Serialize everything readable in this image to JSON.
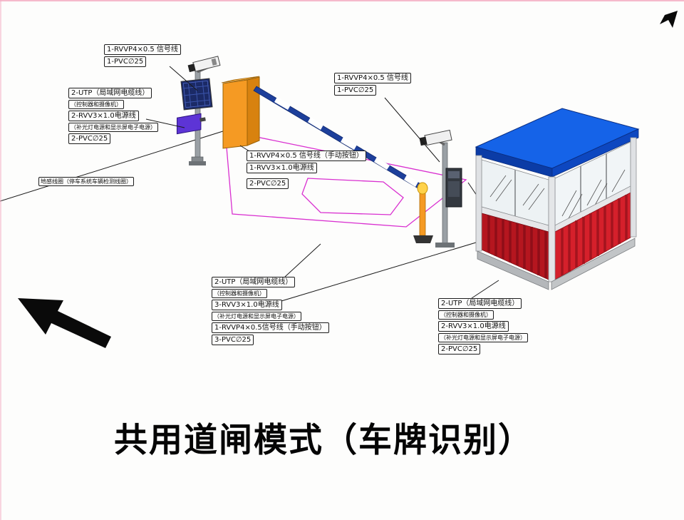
{
  "title": "共用道闸模式（车牌识别）",
  "colors": {
    "barrier_cabinet": "#f59a23",
    "barrier_arm": "#1d3f9b",
    "booth_roof": "#1563e8",
    "booth_panel": "#d5202b",
    "detection_zone": "#d92fd0",
    "arrow": "#0a0a0a"
  },
  "labels": {
    "entry_camera_cables": {
      "lines": [
        "1-RVVP4×0.5 信号线",
        "1-PVC∅25"
      ]
    },
    "entry_pole_cables": {
      "lines": [
        "2-UTP（局域网电缆线）",
        "（控制器和摄像机）",
        "2-RVV3×1.0电源线",
        "（补光灯电源和显示屏电子电源）",
        "2-PVC∅25"
      ]
    },
    "ground_loop": {
      "lines": [
        "地感线圈（停车系统车辆检测线圈）"
      ]
    },
    "barrier_cables": {
      "lines": [
        "1-RVVP4×0.5 信号线（手动按钮）",
        "1-RVV3×1.0电源线",
        "2-PVC∅25"
      ]
    },
    "exit_camera_cables": {
      "lines": [
        "1-RVVP4×0.5 信号线",
        "1-PVC∅25"
      ]
    },
    "trench_cables": {
      "lines": [
        "2-UTP（局域网电缆线）",
        "（控制器和摄像机）",
        "3-RVV3×1.0电源线",
        "（补光灯电源和显示屏电子电源）",
        "1-RVVP4×0.5信号线（手动按钮）",
        "3-PVC∅25"
      ]
    },
    "booth_cables": {
      "lines": [
        "2-UTP（局域网电缆线）",
        "（控制器和摄像机）",
        "2-RVV3×1.0电源线",
        "（补光灯电源和显示屏电子电源）",
        "2-PVC∅25"
      ]
    }
  }
}
